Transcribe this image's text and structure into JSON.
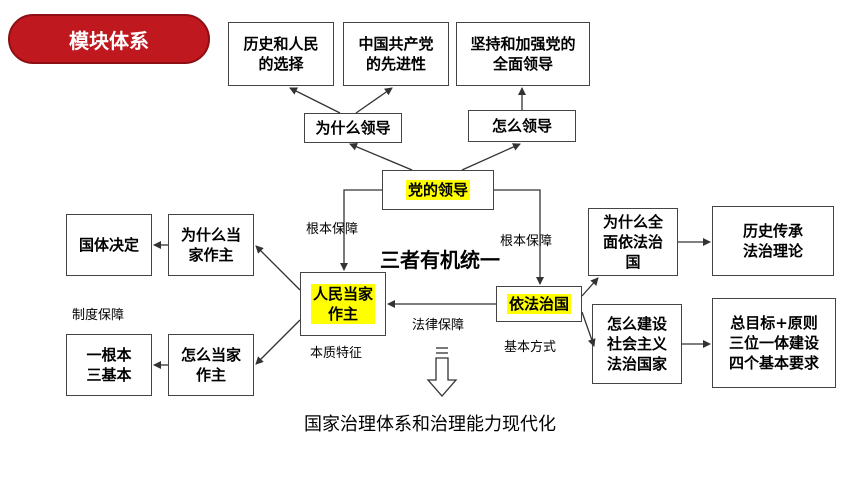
{
  "badge": "模块体系",
  "nodes": {
    "history_choice": "历史和人民\n的选择",
    "party_advanced": "中国共产党\n的先进性",
    "uphold_leadership": "坚持和加强党的\n全面领导",
    "why_lead": "为什么领导",
    "how_lead": "怎么领导",
    "party_leadership": "党的领导",
    "state_nature": "国体决定",
    "why_master": "为什么当\n家作主",
    "people_master": "人民当家\n作主",
    "one_root": "一根本\n三基本",
    "how_master": "怎么当家\n作主",
    "rule_by_law": "依法治国",
    "why_rule_law": "为什么全\n面依法治\n国",
    "history_theory": "历史传承\n法治理论",
    "how_build": "怎么建设\n社会主义\n法治国家",
    "goals": "总目标+原则\n三位一体建设\n四个基本要求"
  },
  "labels": {
    "root_guarantee_left": "根本保障",
    "root_guarantee_right": "根本保障",
    "unity": "三者有机统一",
    "system_guarantee": "制度保障",
    "essential_feature": "本质特征",
    "legal_guarantee": "法律保障",
    "basic_method": "基本方式",
    "bottom_goal": "国家治理体系和治理能力现代化"
  }
}
